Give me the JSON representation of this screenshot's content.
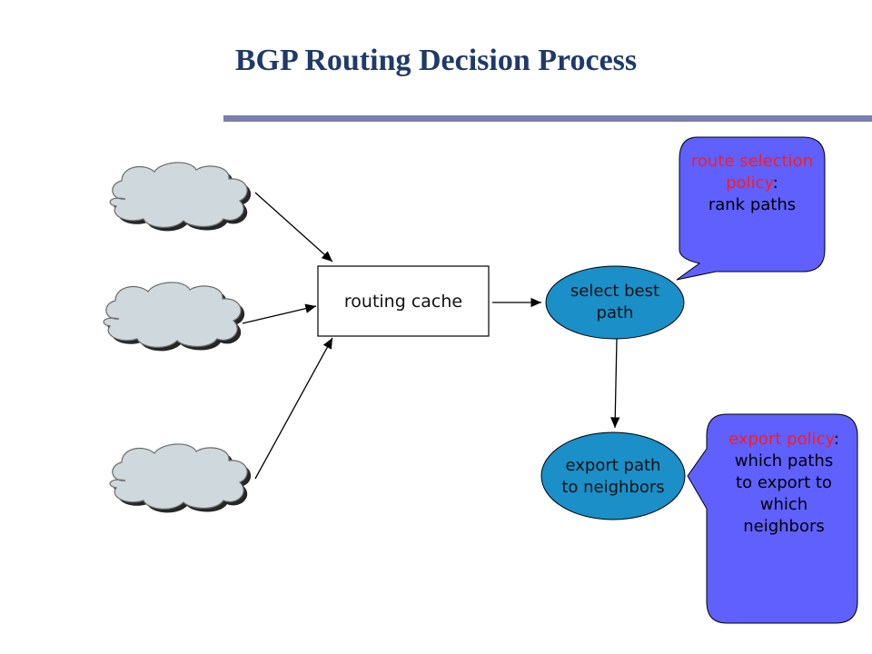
{
  "title": "BGP Routing Decision Process",
  "routing_cache": "routing cache",
  "select_best": "select best\npath",
  "export_path": "export path\nto neighbors",
  "route_policy": {
    "highlight": "route selection policy",
    "suffix": ":",
    "rest": "rank paths"
  },
  "export_policy": {
    "highlight": "export policy",
    "suffix": ":",
    "rest": "which paths to export to which neighbors"
  },
  "colors": {
    "title": "#1f3a68",
    "rule": "#7b7fae",
    "cloud": "#cfd8dc",
    "ellipse": "#1a8fc8",
    "callout": "#6060ff",
    "highlight": "#ff1a1a"
  }
}
